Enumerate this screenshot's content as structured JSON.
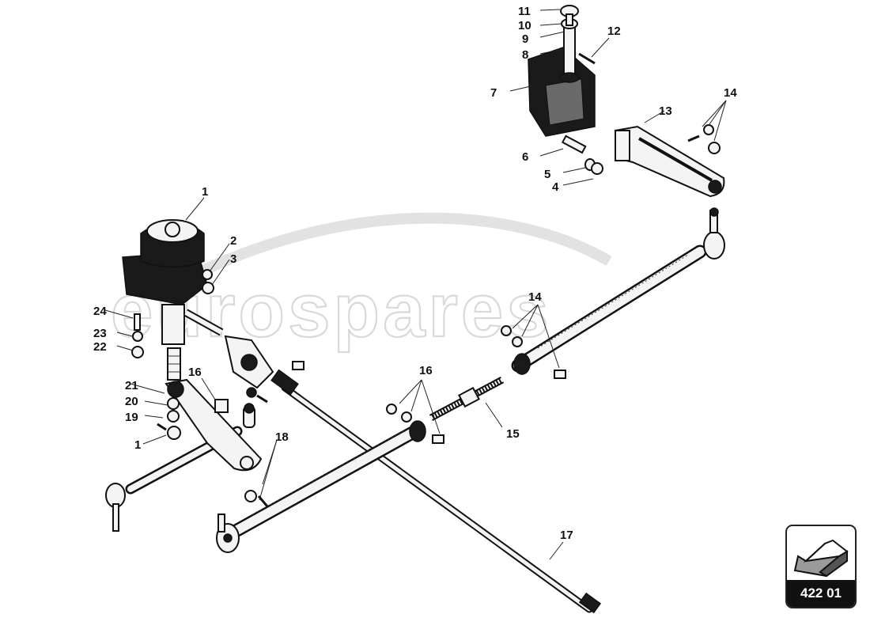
{
  "watermark": "eurospares",
  "badge": {
    "label": "422 01",
    "icon": "arrow-icon"
  },
  "callouts": {
    "c1a": "1",
    "c1b": "1",
    "c2": "2",
    "c3": "3",
    "c4": "4",
    "c5": "5",
    "c6": "6",
    "c7": "7",
    "c8": "8",
    "c9": "9",
    "c10": "10",
    "c11": "11",
    "c12": "12",
    "c13": "13",
    "c14a": "14",
    "c14b": "14",
    "c15": "15",
    "c16a": "16",
    "c16b": "16",
    "c17": "17",
    "c18": "18",
    "c19": "19",
    "c20": "20",
    "c21": "21",
    "c22": "22",
    "c23": "23",
    "c24": "24"
  },
  "colors": {
    "line": "#111111",
    "part_fill": "#f4f4f4",
    "watermark": "#d9d9d9",
    "badge_bg": "#111111"
  }
}
